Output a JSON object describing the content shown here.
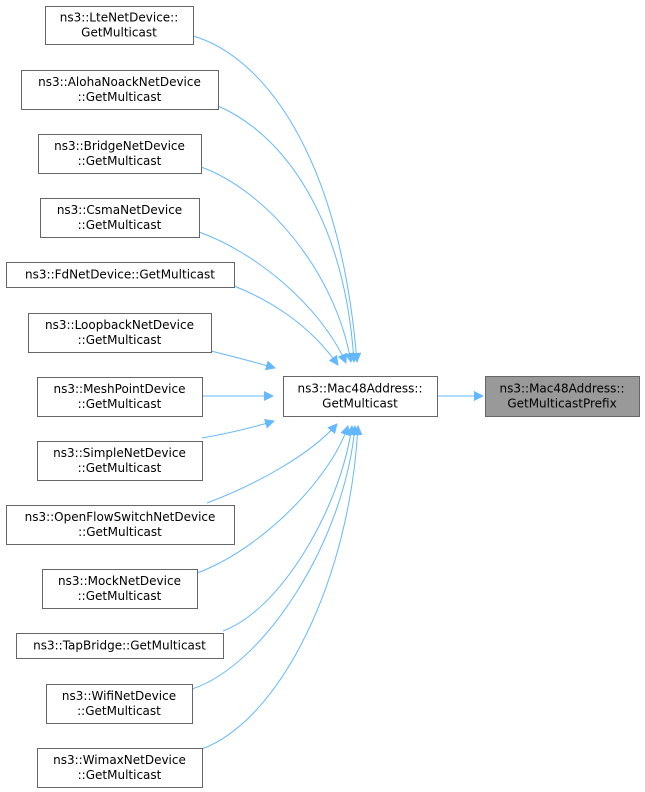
{
  "graph": {
    "colors": {
      "node_fill": "#ffffff",
      "node_stroke": "#666666",
      "focus_fill": "#999999",
      "focus_stroke": "#666666",
      "edge": "#63b8ff"
    },
    "focus": {
      "id": "prefix",
      "lines": [
        "ns3::Mac48Address::",
        "GetMulticastPrefix"
      ]
    },
    "center": {
      "id": "mac48",
      "lines": [
        "ns3::Mac48Address::",
        "GetMulticast"
      ]
    },
    "callers": [
      {
        "id": "lte",
        "lines": [
          "ns3::LteNetDevice::",
          "GetMulticast"
        ]
      },
      {
        "id": "aloha",
        "lines": [
          "ns3::AlohaNoackNetDevice",
          "::GetMulticast"
        ]
      },
      {
        "id": "bridge",
        "lines": [
          "ns3::BridgeNetDevice",
          "::GetMulticast"
        ]
      },
      {
        "id": "csma",
        "lines": [
          "ns3::CsmaNetDevice",
          "::GetMulticast"
        ]
      },
      {
        "id": "fd",
        "lines": [
          "ns3::FdNetDevice::GetMulticast"
        ]
      },
      {
        "id": "loopback",
        "lines": [
          "ns3::LoopbackNetDevice",
          "::GetMulticast"
        ]
      },
      {
        "id": "meshpoint",
        "lines": [
          "ns3::MeshPointDevice",
          "::GetMulticast"
        ]
      },
      {
        "id": "simple",
        "lines": [
          "ns3::SimpleNetDevice",
          "::GetMulticast"
        ]
      },
      {
        "id": "openflow",
        "lines": [
          "ns3::OpenFlowSwitchNetDevice",
          "::GetMulticast"
        ]
      },
      {
        "id": "mock",
        "lines": [
          "ns3::MockNetDevice",
          "::GetMulticast"
        ]
      },
      {
        "id": "tapbridge",
        "lines": [
          "ns3::TapBridge::GetMulticast"
        ]
      },
      {
        "id": "wifi",
        "lines": [
          "ns3::WifiNetDevice",
          "::GetMulticast"
        ]
      },
      {
        "id": "wimax",
        "lines": [
          "ns3::WimaxNetDevice",
          "::GetMulticast"
        ]
      }
    ]
  }
}
